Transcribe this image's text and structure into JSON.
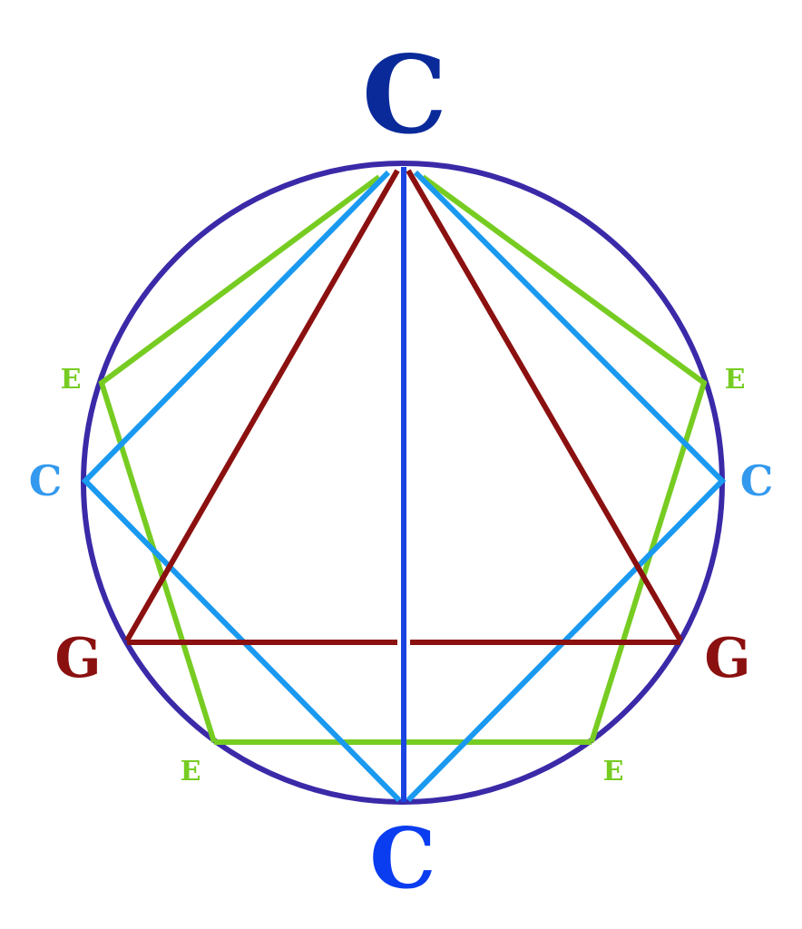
{
  "colors": {
    "circle": "#3a2aa8",
    "top_c": "#0a2a9a",
    "bottom_c": "#0a3cf0",
    "side_c": "#3399ee",
    "g": "#8b1010",
    "e": "#77cc22",
    "octave_line": "#1a44e0",
    "fifth_line": "#8b1010",
    "octave_pair_line": "#1a99f0",
    "third_line": "#77cc22"
  },
  "labels": {
    "top_c": "C",
    "bottom_c": "C",
    "left_c": "C",
    "right_c": "C",
    "left_g": "G",
    "right_g": "G",
    "upper_left_e": "E",
    "upper_right_e": "E",
    "lower_left_e": "E",
    "lower_right_e": "E"
  }
}
